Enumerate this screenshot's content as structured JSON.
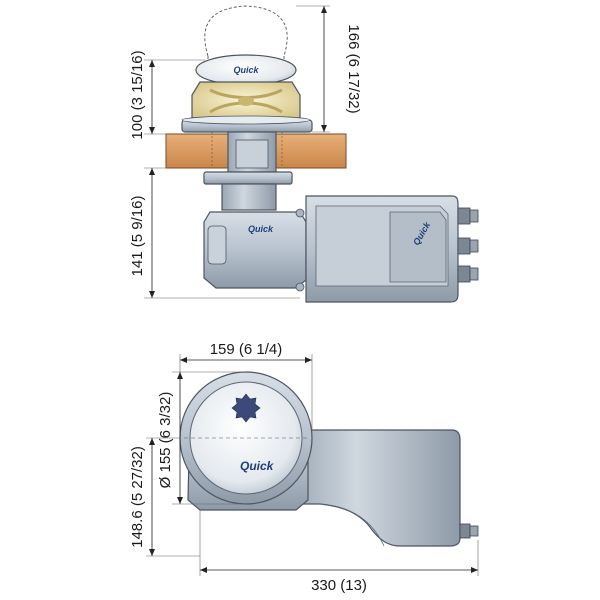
{
  "drawing": {
    "brand": "Quick",
    "side_view": {
      "dim_top_height": "166 (6 17/32)",
      "dim_above_deck": "100 (3 15/16)",
      "dim_below_deck": "141 (5 9/16)"
    },
    "top_view": {
      "dim_width_drum": "159 (6 1/4)",
      "dim_diameter": "Ø 155 (6 3/32)",
      "dim_depth": "148.6 (5 27/32)",
      "dim_total_length": "330 (13)"
    }
  },
  "colors": {
    "body": "#b8c3cf",
    "body_dark": "#8e9aa8",
    "deck_wood": "#d99a5a",
    "gypsy_cream": "#efe4b8",
    "dome": "#e7ebef",
    "button": "#3b4a78"
  }
}
